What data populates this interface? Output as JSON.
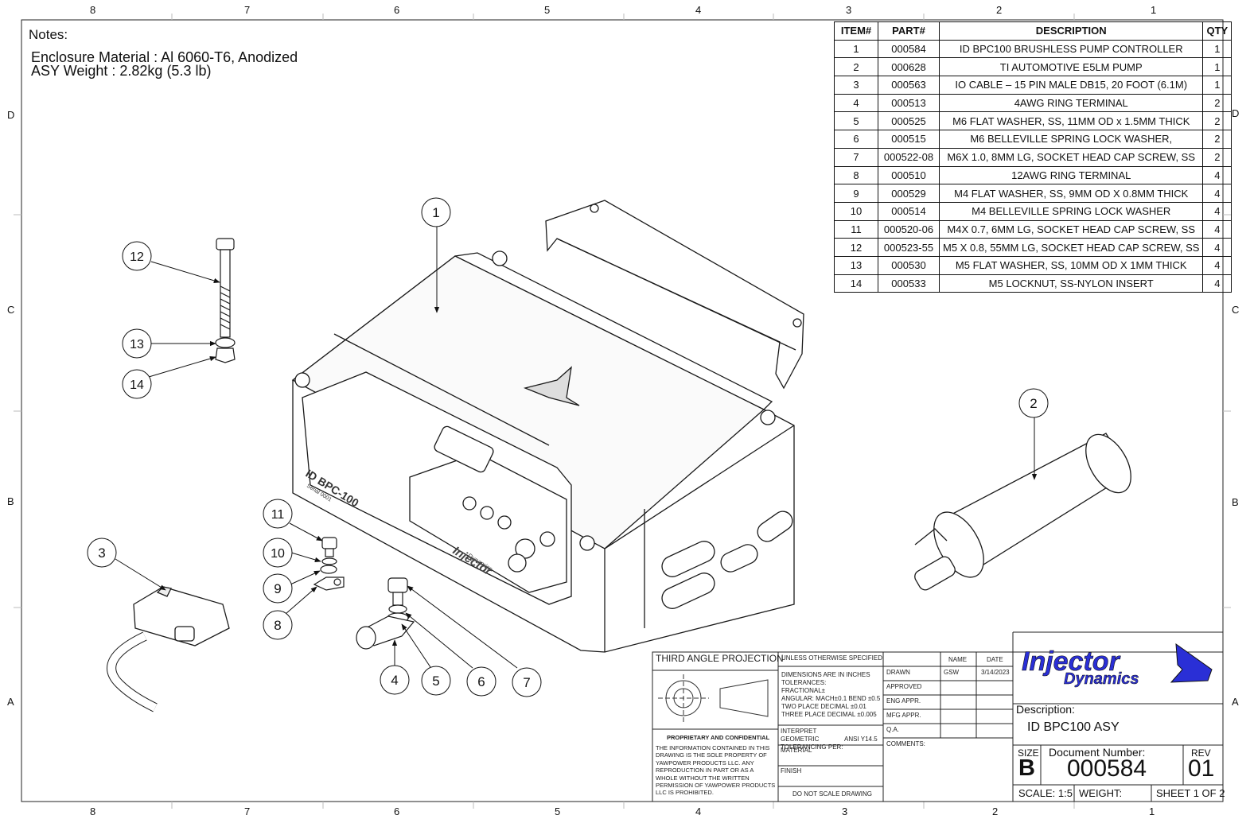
{
  "zones": {
    "top": [
      "8",
      "7",
      "6",
      "5",
      "4",
      "3",
      "2",
      "1"
    ],
    "bottom": [
      "8",
      "7",
      "6",
      "5",
      "4",
      "3",
      "2",
      "1"
    ],
    "side": [
      "D",
      "C",
      "B",
      "A"
    ]
  },
  "notes": {
    "header": "Notes:",
    "lines": [
      "Enclosure Material : Al 6060-T6, Anodized",
      "ASY Weight : 2.82kg (5.3 lb)"
    ]
  },
  "bom": {
    "headers": [
      "ITEM#",
      "PART#",
      "DESCRIPTION",
      "QTY"
    ],
    "rows": [
      [
        "1",
        "000584",
        "ID BPC100 BRUSHLESS PUMP CONTROLLER",
        "1"
      ],
      [
        "2",
        "000628",
        "TI AUTOMOTIVE E5LM PUMP",
        "1"
      ],
      [
        "3",
        "000563",
        "IO CABLE –  15 PIN MALE DB15, 20 FOOT (6.1M)",
        "1"
      ],
      [
        "4",
        "000513",
        "4AWG RING TERMINAL",
        "2"
      ],
      [
        "5",
        "000525",
        "M6 FLAT WASHER, SS, 11MM OD x 1.5MM THICK",
        "2"
      ],
      [
        "6",
        "000515",
        "M6 BELLEVILLE SPRING LOCK WASHER,",
        "2"
      ],
      [
        "7",
        "000522-08",
        "M6X 1.0, 8MM LG, SOCKET HEAD CAP SCREW, SS",
        "2"
      ],
      [
        "8",
        "000510",
        "12AWG RING TERMINAL",
        "4"
      ],
      [
        "9",
        "000529",
        "M4 FLAT WASHER, SS, 9MM OD X 0.8MM THICK",
        "4"
      ],
      [
        "10",
        "000514",
        "M4 BELLEVILLE SPRING LOCK WASHER",
        "4"
      ],
      [
        "11",
        "000520-06",
        "M4X 0.7, 6MM LG, SOCKET HEAD CAP SCREW, SS",
        "4"
      ],
      [
        "12",
        "000523-55",
        "M5 X 0.8, 55MM LG, SOCKET HEAD CAP SCREW, SS",
        "4"
      ],
      [
        "13",
        "000530",
        "M5 FLAT WASHER, SS, 10MM OD X 1MM THICK",
        "4"
      ],
      [
        "14",
        "000533",
        "M5 LOCKNUT, SS-NYLON INSERT",
        "4"
      ]
    ]
  },
  "balloons": [
    "1",
    "2",
    "3",
    "4",
    "5",
    "6",
    "7",
    "8",
    "9",
    "10",
    "11",
    "12",
    "13",
    "14"
  ],
  "part_marks": {
    "model": "ID BPC-100",
    "serial": "Serial 0001",
    "brand_top": "Injector",
    "brand_bottom": "Dynamics"
  },
  "title_block": {
    "projection": "THIRD ANGLE PROJECTION",
    "proprietary_title": "PROPRIETARY AND CONFIDENTIAL",
    "proprietary_text": "THE INFORMATION CONTAINED IN THIS DRAWING IS THE SOLE PROPERTY OF YAWPOWER PRODUCTS LLC.  ANY REPRODUCTION IN PART OR AS A WHOLE WITHOUT THE WRITTEN PERMISSION OF YAWPOWER PRODUCTS LLC IS PROHIBITED.",
    "unless": "UNLESS OTHERWISE SPECIFIED:",
    "dims": [
      "DIMENSIONS ARE IN INCHES",
      "TOLERANCES:",
      "FRACTIONAL±",
      "ANGULAR: MACH±0.1  BEND  ±0.5",
      "TWO PLACE DECIMAL    ±0.01",
      "THREE PLACE DECIMAL  ±0.005"
    ],
    "interpret": "INTERPRET GEOMETRIC TOLERANCING PER:",
    "interpret_std": "ANSI Y14.5",
    "material": "MATERIAL",
    "finish": "FINISH",
    "noscale": "DO NOT SCALE DRAWING",
    "name_hdr": "NAME",
    "date_hdr": "DATE",
    "rows": [
      {
        "label": "DRAWN",
        "name": "GSW",
        "date": "3/14/2023"
      },
      {
        "label": "APPROVED",
        "name": "",
        "date": ""
      },
      {
        "label": "ENG APPR.",
        "name": "",
        "date": ""
      },
      {
        "label": "MFG APPR.",
        "name": "",
        "date": ""
      },
      {
        "label": "Q.A.",
        "name": "",
        "date": ""
      }
    ],
    "comments": "COMMENTS:",
    "logo_top": "Injector",
    "logo_bottom": "Dynamics",
    "desc_label": "Description:",
    "desc_value": "ID BPC100 ASY",
    "size_label": "SIZE",
    "size_value": "B",
    "docnum_label": "Document Number:",
    "docnum_value": "000584",
    "rev_label": "REV",
    "rev_value": "01",
    "scale": "SCALE: 1:5",
    "weight": "WEIGHT:",
    "sheet": "SHEET 1 OF 2"
  },
  "colors": {
    "logo": "#2a2fd6",
    "line": "#1a1a1a"
  }
}
